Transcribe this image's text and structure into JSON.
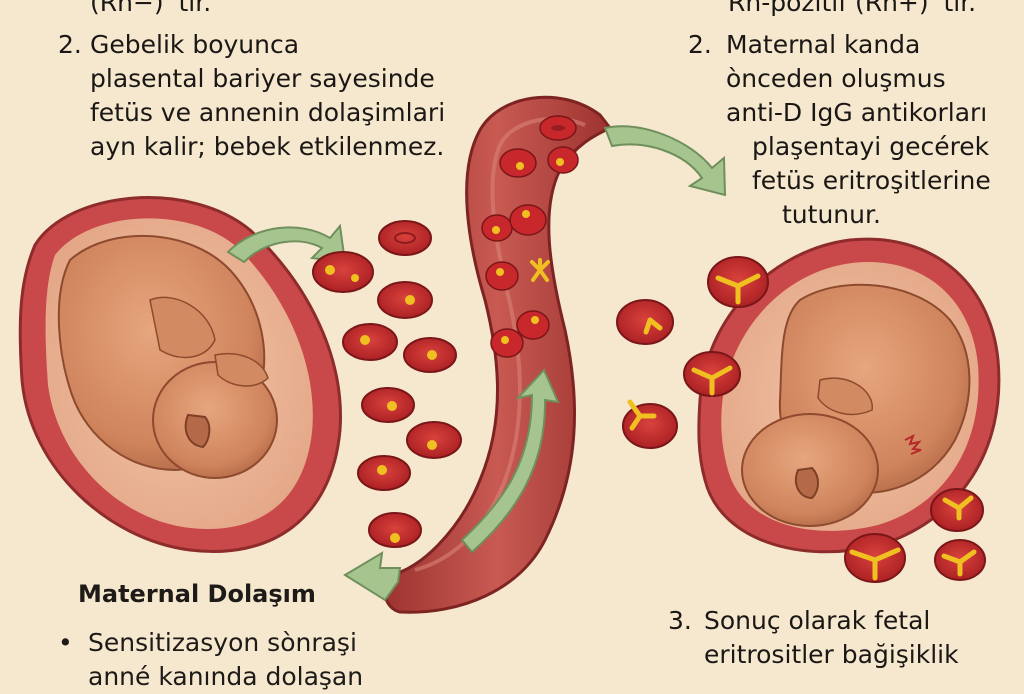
{
  "left_panel": {
    "cut_top_line": "(Rh−) 'tir.",
    "item2": {
      "number": "2.",
      "lines": [
        "Gebelik boyunca",
        "plasental bariyer sayesinde",
        "fetüs ve annenin dolaşimlari",
        "ayn kalir; bebek etkilenmez."
      ]
    },
    "section_heading": "Maternal Dolaşım",
    "bullet": {
      "symbol": "•",
      "lines": [
        "Sensitizasyon sònraşi",
        "anné kanında dolaşan"
      ]
    }
  },
  "right_panel": {
    "cut_top_line": "Rh-pozitif (Rh+) 'tir.",
    "item2": {
      "number": "2.",
      "lines": [
        "Maternal kanda",
        "ònceden oluşmus",
        "anti-D IgG antikorları",
        "plaşentayi gecérek",
        "fetüs eritroşitlerine",
        "tutunur."
      ]
    },
    "item3": {
      "number": "3.",
      "lines": [
        "Sonuç olarak fetal",
        "eritrositler bağişiklik"
      ]
    }
  },
  "colors": {
    "background": "#f5e8cf",
    "uterus_wall": "#c9494a",
    "vessel": "#b8423f",
    "rbc": "#c8282c",
    "antibody": "#f0c020",
    "arrow": "#a6c48e",
    "fetus_skin": "#d58c64"
  }
}
